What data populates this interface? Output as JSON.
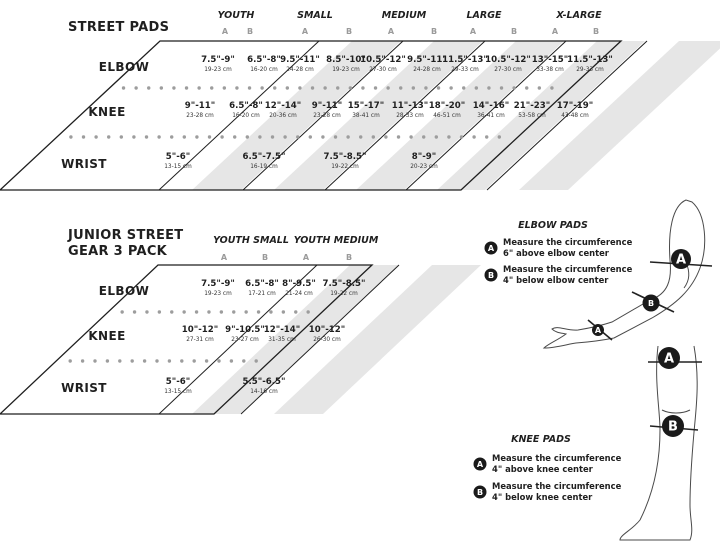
{
  "tables": [
    {
      "title_lines": [
        "STREET PADS"
      ],
      "sizes": [
        "YOUTH",
        "SMALL",
        "MEDIUM",
        "LARGE",
        "X-LARGE"
      ],
      "sub": [
        "A",
        "B"
      ],
      "rows": [
        {
          "label": "ELBOW",
          "cells": [
            {
              "v": "7.5\"-9\"",
              "c": "19-23 cm"
            },
            {
              "v": "6.5\"-8\"",
              "c": "16-20 cm"
            },
            {
              "v": "9.5\"-11\"",
              "c": "24-28 cm"
            },
            {
              "v": "8.5\"-10\"",
              "c": "19-23 cm"
            },
            {
              "v": "10.5\"-12\"",
              "c": "27-30 cm"
            },
            {
              "v": "9.5\"-11\"",
              "c": "24-28 cm"
            },
            {
              "v": "11.5\"-13\"",
              "c": "29-33 cm"
            },
            {
              "v": "10.5\"-12\"",
              "c": "27-30 cm"
            },
            {
              "v": "13\"-15\"",
              "c": "33-38 cm"
            },
            {
              "v": "11.5\"-13\"",
              "c": "29-33 cm"
            }
          ]
        },
        {
          "label": "KNEE",
          "cells": [
            {
              "v": "9\"-11\"",
              "c": "23-28 cm"
            },
            {
              "v": "6.5\"-8\"",
              "c": "16-20 cm"
            },
            {
              "v": "12\"-14\"",
              "c": "20-36 cm"
            },
            {
              "v": "9\"-11\"",
              "c": "23-28 cm"
            },
            {
              "v": "15\"-17\"",
              "c": "38-41 cm"
            },
            {
              "v": "11\"-13\"",
              "c": "28-33 cm"
            },
            {
              "v": "18\"-20\"",
              "c": "46-51 cm"
            },
            {
              "v": "14\"-16\"",
              "c": "36-41 cm"
            },
            {
              "v": "21\"-23\"",
              "c": "53-58 cm"
            },
            {
              "v": "17\"-19\"",
              "c": "43-48 cm"
            }
          ]
        },
        {
          "label": "WRIST",
          "cells": [
            {
              "v": "5\"-6\"",
              "c": "13-15 cm"
            },
            {
              "v": "6.5\"-7.5\"",
              "c": "16-19 cm"
            },
            {
              "v": "7.5\"-8.5\"",
              "c": "19-22 cm"
            },
            {
              "v": "8\"-9\"",
              "c": "20-23 cm"
            }
          ]
        }
      ]
    },
    {
      "title_lines": [
        "JUNIOR STREET",
        "GEAR 3 PACK"
      ],
      "sizes": [
        "YOUTH SMALL",
        "YOUTH MEDIUM"
      ],
      "sub": [
        "A",
        "B"
      ],
      "rows": [
        {
          "label": "ELBOW",
          "cells": [
            {
              "v": "7.5\"-9\"",
              "c": "19-23 cm"
            },
            {
              "v": "6.5\"-8\"",
              "c": "17-21 cm"
            },
            {
              "v": "8\"-9.5\"",
              "c": "21-24 cm"
            },
            {
              "v": "7.5\"-8.5\"",
              "c": "19-22 cm"
            }
          ]
        },
        {
          "label": "KNEE",
          "cells": [
            {
              "v": "10\"-12\"",
              "c": "27-31 cm"
            },
            {
              "v": "9\"-10.5\"",
              "c": "23-27 cm"
            },
            {
              "v": "12\"-14\"",
              "c": "31-35 cm"
            },
            {
              "v": "10\"-12\"",
              "c": "26-30 cm"
            }
          ]
        },
        {
          "label": "WRIST",
          "cells": [
            {
              "v": "5\"-6\"",
              "c": "13-15 cm"
            },
            {
              "v": "5.5\"-6.5\"",
              "c": "14-16 cm"
            }
          ]
        }
      ]
    }
  ],
  "guides": [
    {
      "title": "ELBOW PADS",
      "items": [
        {
          "badge": "A",
          "lines": [
            "Measure the circumference",
            "6\" above elbow center"
          ]
        },
        {
          "badge": "B",
          "lines": [
            "Measure the circumference",
            "4\" below elbow center"
          ]
        }
      ]
    },
    {
      "title": "KNEE PADS",
      "items": [
        {
          "badge": "A",
          "lines": [
            "Measure the circumference",
            "4\" above knee center"
          ]
        },
        {
          "badge": "B",
          "lines": [
            "Measure the circumference",
            "4\" below knee center"
          ]
        }
      ]
    }
  ],
  "figure_badges": {
    "arm": [
      "A",
      "B",
      "A"
    ],
    "leg": [
      "A",
      "B"
    ]
  },
  "colors": {
    "ink": "#1f1f1f",
    "shade": "#e6e6e6",
    "dots": "#9d9d9d",
    "badge": "#1a1a1a"
  }
}
